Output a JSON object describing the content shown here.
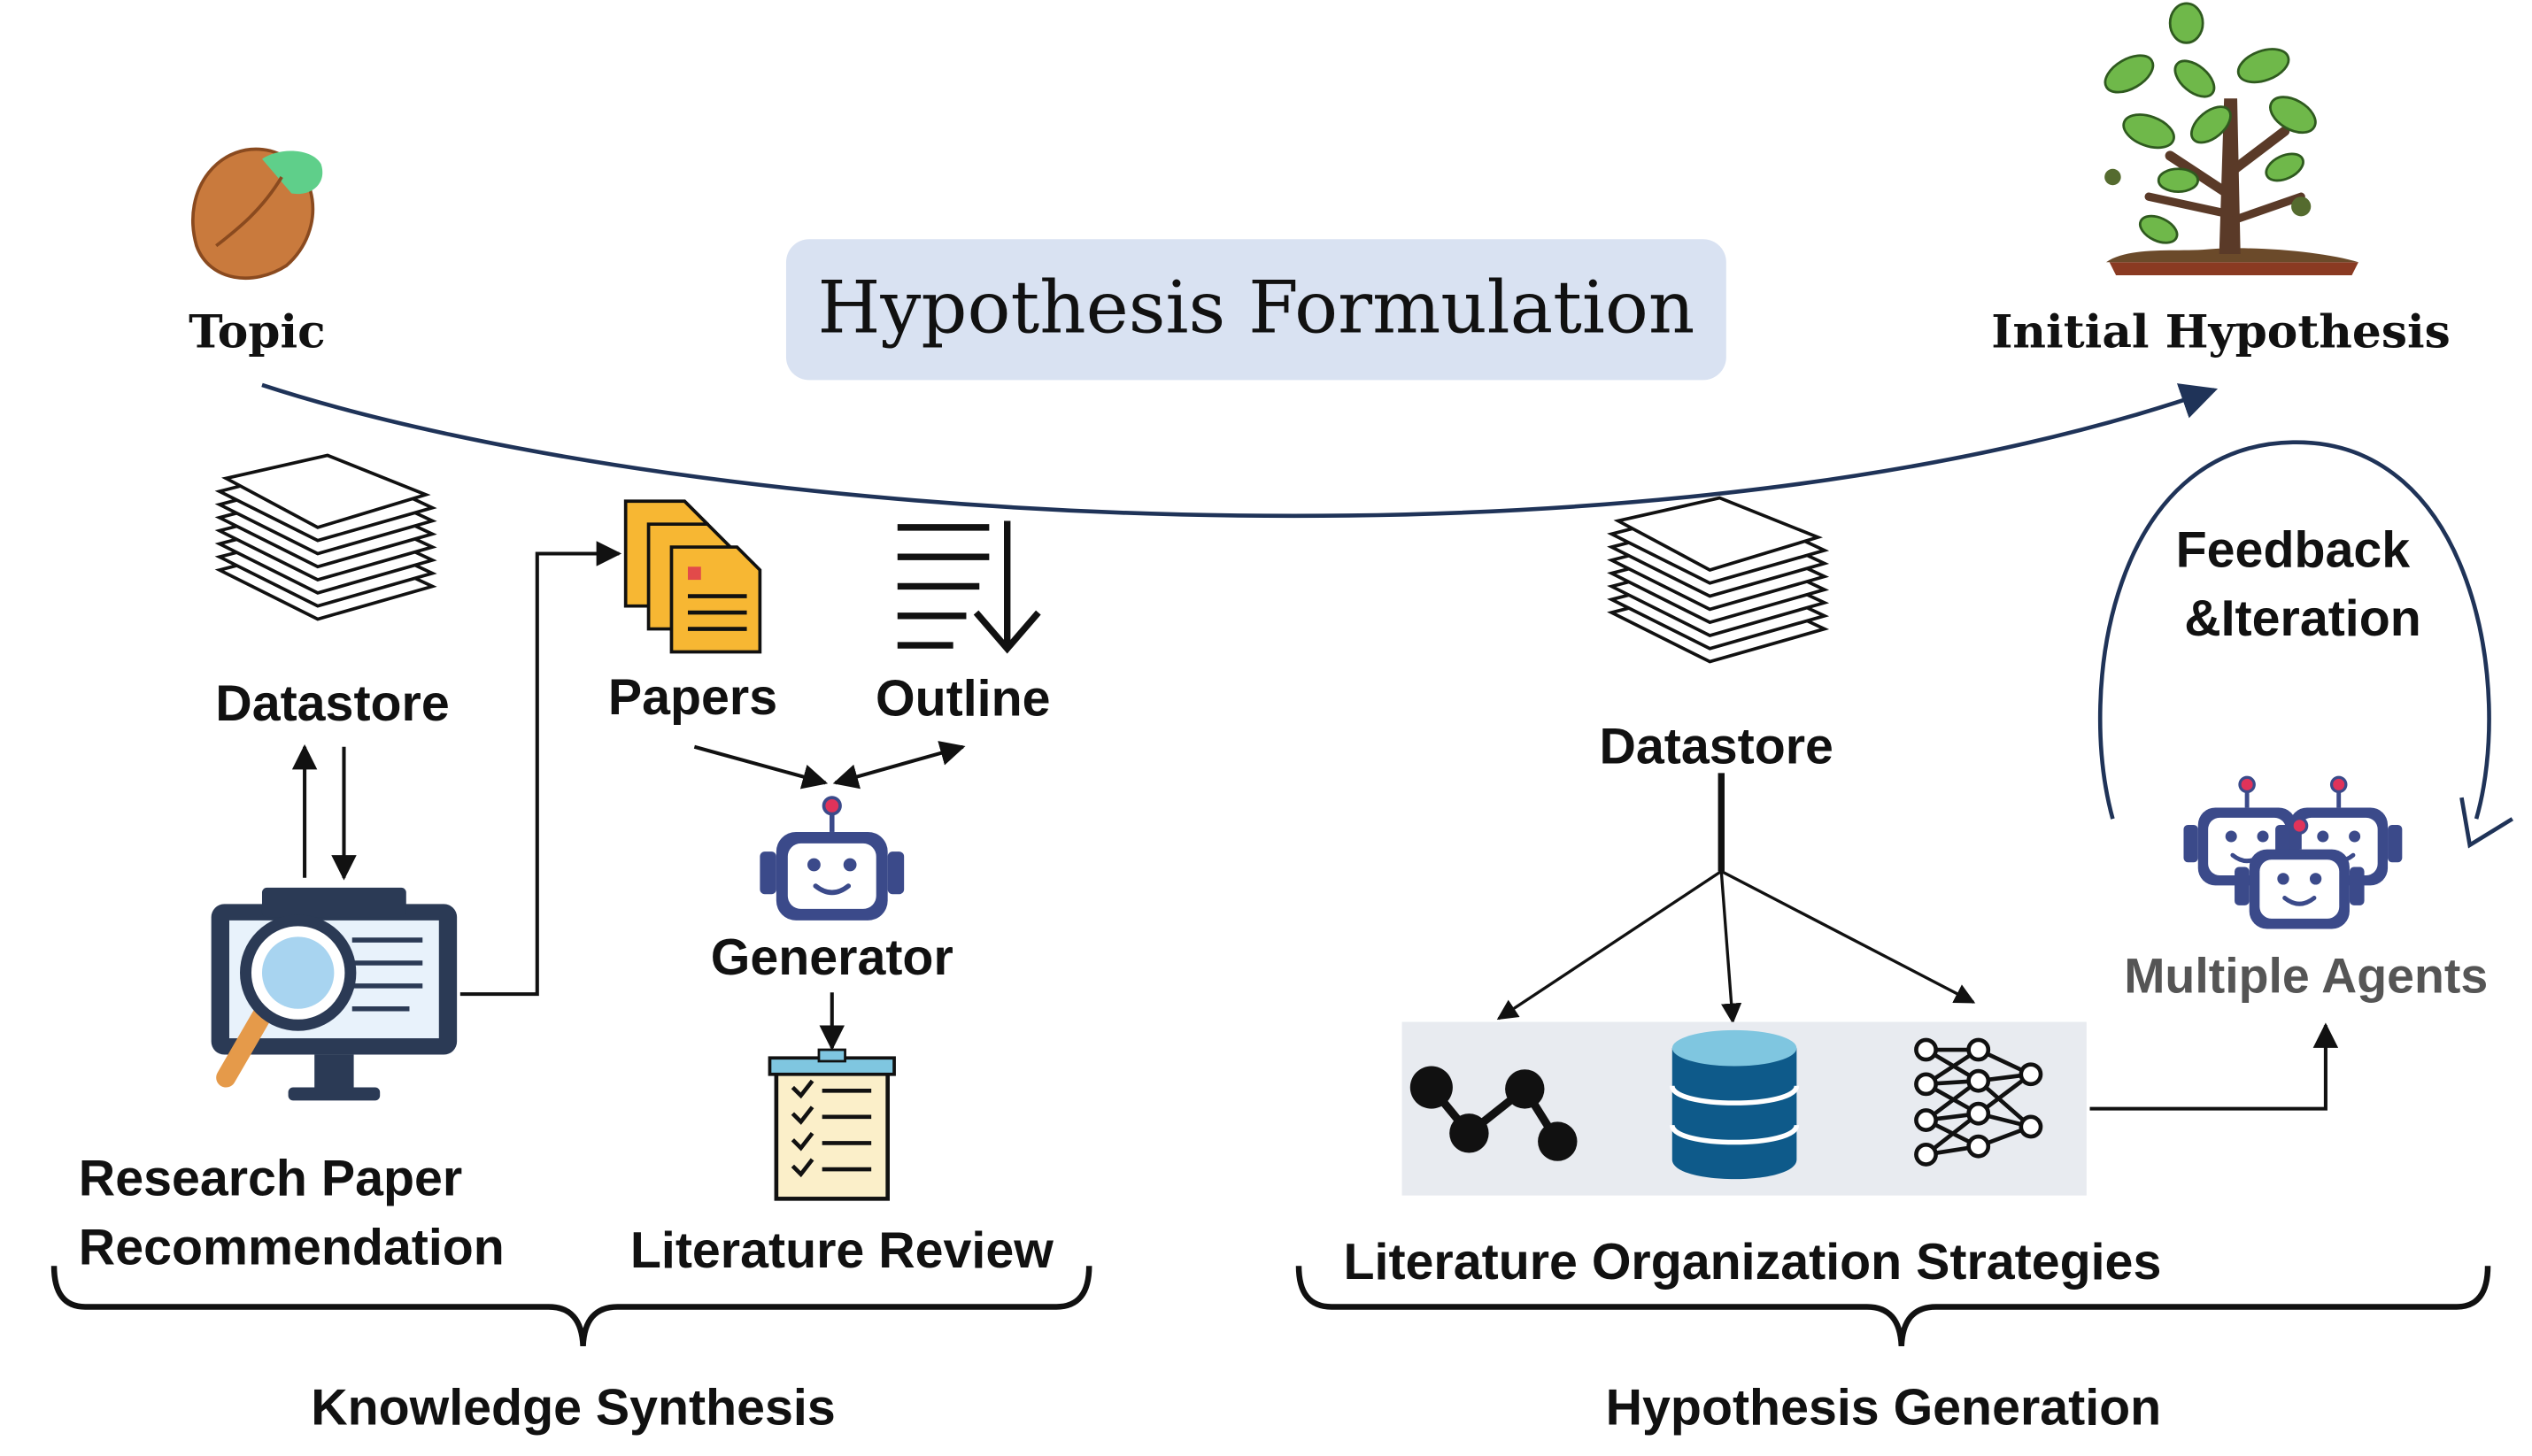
{
  "title": "Hypothesis Formulation",
  "topic_label": "Topic",
  "initial_hypothesis_label": "Initial Hypothesis",
  "knowledge_synthesis": {
    "datastore_label": "Datastore",
    "papers_label": "Papers",
    "outline_label": "Outline",
    "generator_label": "Generator",
    "research_paper_label_1": "Research Paper",
    "research_paper_label_2": "Recommendation",
    "literature_review_label": "Literature Review",
    "section_label": "Knowledge Synthesis"
  },
  "hypothesis_generation": {
    "datastore_label": "Datastore",
    "strategies_label": "Literature Organization Strategies",
    "feedback_label_1": "Feedback",
    "feedback_label_2": "&Iteration",
    "agents_label": "Multiple Agents",
    "section_label": "Hypothesis Generation"
  },
  "colors": {
    "title_box": "#d9e2f2",
    "strategy_box": "#e8ebf0",
    "arc": "#1f3358",
    "robot_body": "#3b4a8a",
    "robot_face": "#ffffff",
    "antenna": "#e0335a",
    "folder": "#f7b733",
    "db_top": "#7fc6e0",
    "db_body": "#0e5a8a"
  },
  "icons": [
    "seed-icon",
    "tree-icon",
    "paper-stack-icon",
    "papers-icon",
    "outline-icon",
    "robot-icon",
    "monitor-search-icon",
    "checklist-icon",
    "graph-icon",
    "database-icon",
    "neural-network-icon",
    "multi-robot-icon"
  ]
}
